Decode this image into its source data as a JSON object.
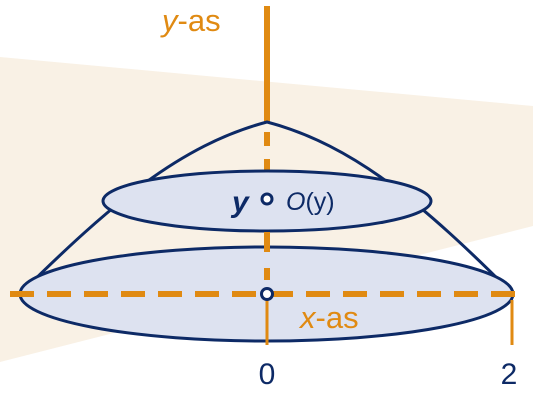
{
  "labels": {
    "y_axis_var": "y",
    "y_axis_suffix": "-as",
    "x_axis_var": "x",
    "x_axis_suffix": "-as",
    "tick_zero": "0",
    "tick_two": "2",
    "level_var": "y",
    "section_var": "O",
    "section_arg": "(y)"
  },
  "colors": {
    "axis": "#e08a12",
    "outline": "#0d2a66",
    "ellipse_fill": "#dde2f0",
    "plane": "#f9f1e5",
    "point_fill": "#ffffff"
  }
}
